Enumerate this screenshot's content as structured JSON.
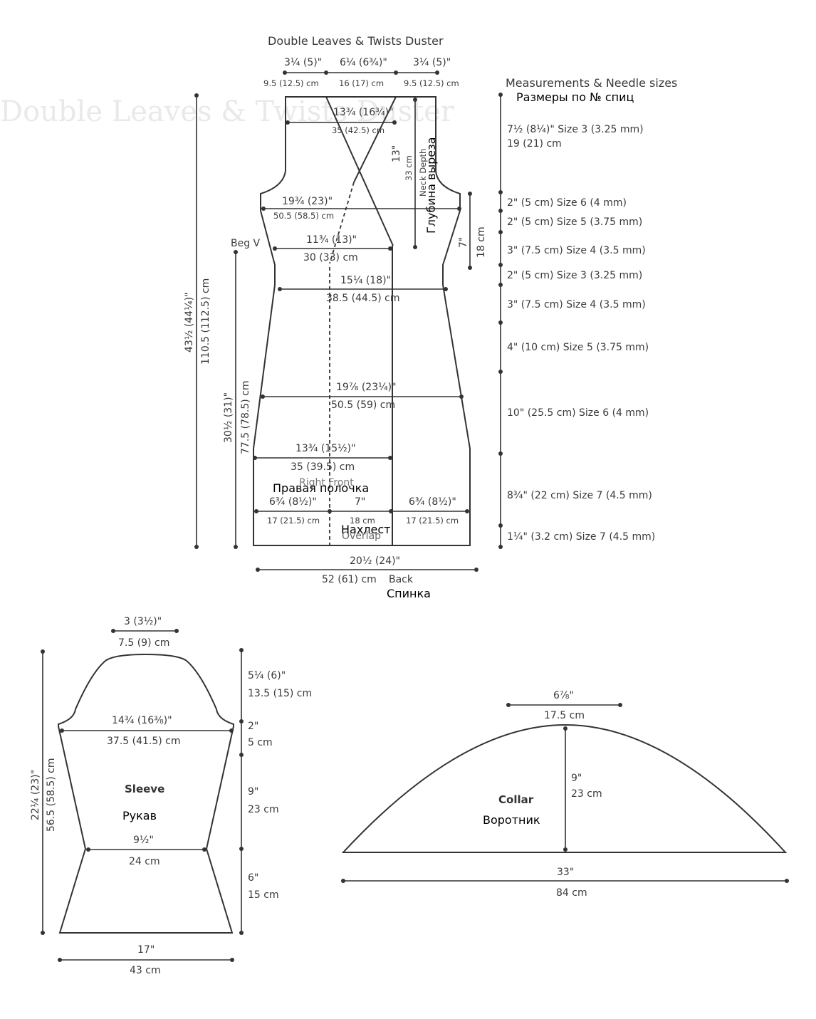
{
  "title": "Double Leaves & Twists Duster",
  "ghost_title": "Double Leaves & Twists Duster",
  "body": {
    "top_left_in": "3¼ (5)\"",
    "top_mid_in": "6¼ (6¾)\"",
    "top_right_in": "3¼ (5)\"",
    "top_left_cm": "9.5 (12.5) cm",
    "top_mid_cm": "16 (17) cm",
    "top_right_cm": "9.5 (12.5) cm",
    "shoulder_in": "13¾ (16¾)\"",
    "shoulder_cm": "35 (42.5) cm",
    "neck_in": "13\"",
    "neck_cm": "33 cm",
    "neck_label": "Neck Depth",
    "neck_label_ru": "Глубина выреза",
    "chest_in": "19¾ (23)\"",
    "chest_cm": "50.5 (58.5) cm",
    "armhole_in": "7\"",
    "armhole_cm": "18 cm",
    "begv": "Beg V",
    "front_in": "11¾ (13)\"",
    "front_cm": "30 (33) cm",
    "waist_in": "15¼ (18)\"",
    "waist_cm": "38.5 (44.5) cm",
    "hip_in": "19⅞ (23¼)\"",
    "hip_cm": "50.5 (59) cm",
    "lower_front_in": "13¾ (15½)\"",
    "lower_front_cm": "35 (39.5) cm",
    "right_front": "Right Front",
    "right_front_ru": "Правая полочка",
    "seg_left_in": "6¾ (8½)\"",
    "seg_mid_in": "7\"",
    "seg_right_in": "6¾ (8½)\"",
    "seg_left_cm": "17 (21.5) cm",
    "seg_mid_cm": "18 cm",
    "seg_right_cm": "17 (21.5) cm",
    "overlap": "Overlap",
    "overlap_ru": "Нахлест",
    "bottom_in": "20½ (24)\"",
    "bottom_cm": "52 (61) cm",
    "back": "Back",
    "back_ru": "Спинка",
    "total_len_in": "43½ (44¼)\"",
    "total_len_cm": "110.5 (112.5) cm",
    "v_len_in": "30½ (31)\"",
    "v_len_cm": "77.5 (78.5) cm"
  },
  "measures": {
    "title": "Measurements & Needle sizes",
    "title_ru": "Размеры по № спиц",
    "rows": [
      {
        "line1": "7½ (8¼)\" Size 3 (3.25 mm)",
        "line2": "19 (21) cm"
      },
      {
        "line1": "2\" (5 cm) Size 6 (4 mm)",
        "line2": ""
      },
      {
        "line1": "2\" (5 cm) Size 5 (3.75 mm)",
        "line2": ""
      },
      {
        "line1": "3\" (7.5 cm) Size 4 (3.5 mm)",
        "line2": ""
      },
      {
        "line1": "2\" (5 cm) Size 3 (3.25 mm)",
        "line2": ""
      },
      {
        "line1": "3\" (7.5 cm) Size 4 (3.5 mm)",
        "line2": ""
      },
      {
        "line1": "4\" (10 cm) Size 5 (3.75 mm)",
        "line2": ""
      },
      {
        "line1": "10\" (25.5 cm) Size 6 (4 mm)",
        "line2": ""
      },
      {
        "line1": "8¾\" (22 cm) Size 7 (4.5 mm)",
        "line2": ""
      },
      {
        "line1": "1¼\" (3.2 cm) Size 7 (4.5 mm)",
        "line2": ""
      }
    ]
  },
  "sleeve": {
    "label": "Sleeve",
    "label_ru": "Рукав",
    "top_in": "3 (3½)\"",
    "top_cm": "7.5 (9) cm",
    "cap_in": "5¼ (6)\"",
    "cap_cm": "13.5 (15) cm",
    "width_in": "14¾ (16⅜)\"",
    "width_cm": "37.5 (41.5) cm",
    "band_in": "2\"",
    "band_cm": "5 cm",
    "mid_in": "9\"",
    "mid_cm": "23 cm",
    "elbow_in": "9½\"",
    "elbow_cm": "24 cm",
    "low_in": "6\"",
    "low_cm": "15 cm",
    "cuff_in": "17\"",
    "cuff_cm": "43 cm",
    "len_in": "22¼ (23)\"",
    "len_cm": "56.5 (58.5) cm"
  },
  "collar": {
    "label": "Collar",
    "label_ru": "Воротник",
    "top_in": "6⅞\"",
    "top_cm": "17.5 cm",
    "height_in": "9\"",
    "height_cm": "23 cm",
    "base_in": "33\"",
    "base_cm": "84 cm"
  }
}
